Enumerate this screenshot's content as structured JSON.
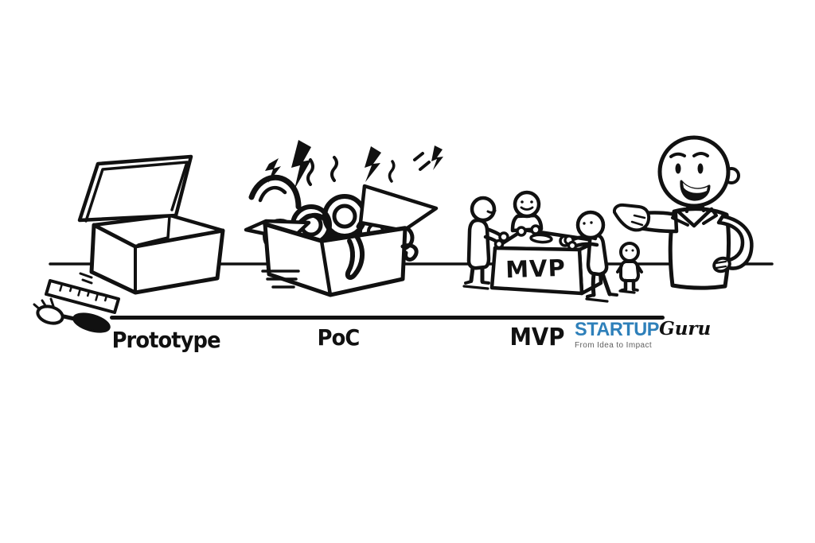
{
  "colors": {
    "background": "#ffffff",
    "ink": "#111111",
    "brand_blue": "#2e80ba",
    "tagline_gray": "#5f5f5f"
  },
  "stages": [
    {
      "label": "Prototype",
      "icon": "open-empty-box-icon"
    },
    {
      "label": "PoC",
      "icon": "overflowing-tangled-wires-box-icon"
    },
    {
      "label": "MVP",
      "box_label": "MVP",
      "icon": "team-around-mvp-box-icon"
    }
  ],
  "brand": {
    "name": "STARTUP",
    "suffix": "Guru",
    "tagline": "From Idea to Impact"
  }
}
